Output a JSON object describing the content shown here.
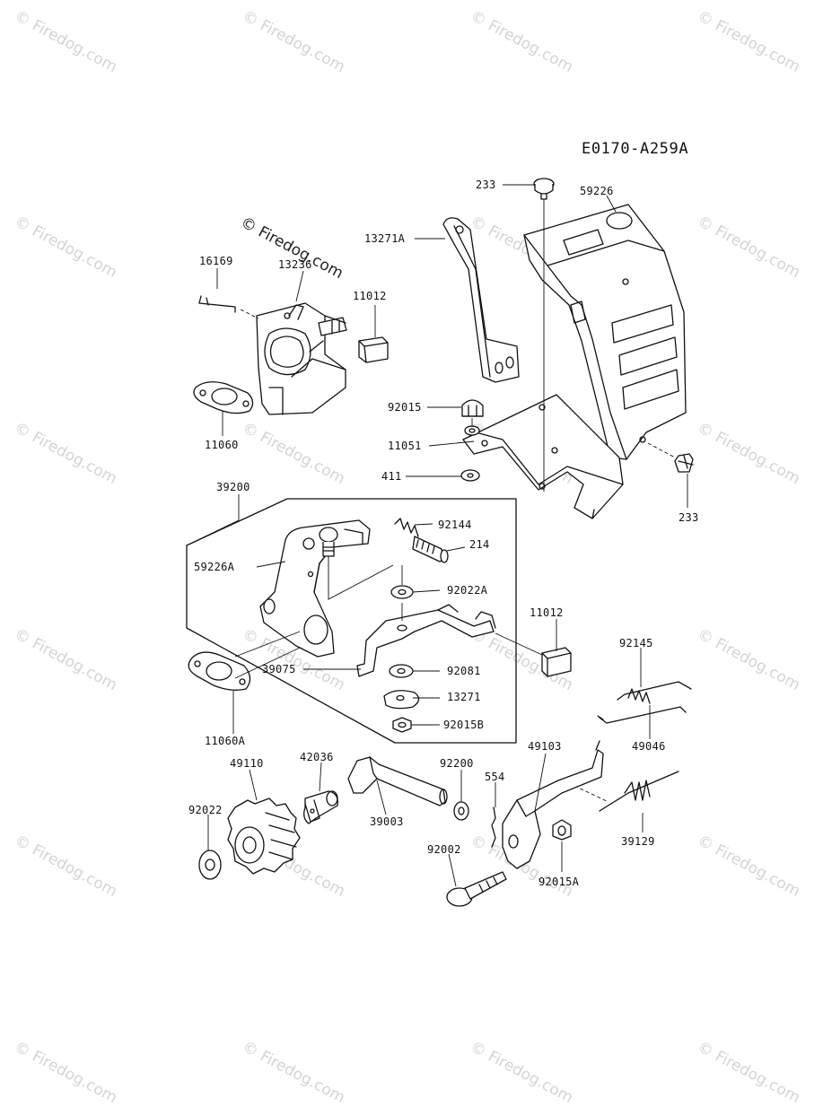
{
  "diagram_code": "E0170-A259A",
  "watermark": "© Firedog.com",
  "labels": {
    "p233_top": "233",
    "p59226": "59226",
    "p13271A": "13271A",
    "p16169": "16169",
    "p13236": "13236",
    "p11012_top": "11012",
    "p11060": "11060",
    "p92015": "92015",
    "p11051": "11051",
    "p411": "411",
    "p233_bottom": "233",
    "p39200": "39200",
    "p92144": "92144",
    "p214": "214",
    "p59226A": "59226A",
    "p92022A": "92022A",
    "p11012_mid": "11012",
    "p39075": "39075",
    "p92081": "92081",
    "p13271": "13271",
    "p92015B": "92015B",
    "p11060A": "11060A",
    "p92145": "92145",
    "p49046": "49046",
    "p49110": "49110",
    "p42036": "42036",
    "p92200": "92200",
    "p554": "554",
    "p49103": "49103",
    "p92022": "92022",
    "p39003": "39003",
    "p92002": "92002",
    "p92015A": "92015A",
    "p39129": "39129"
  }
}
